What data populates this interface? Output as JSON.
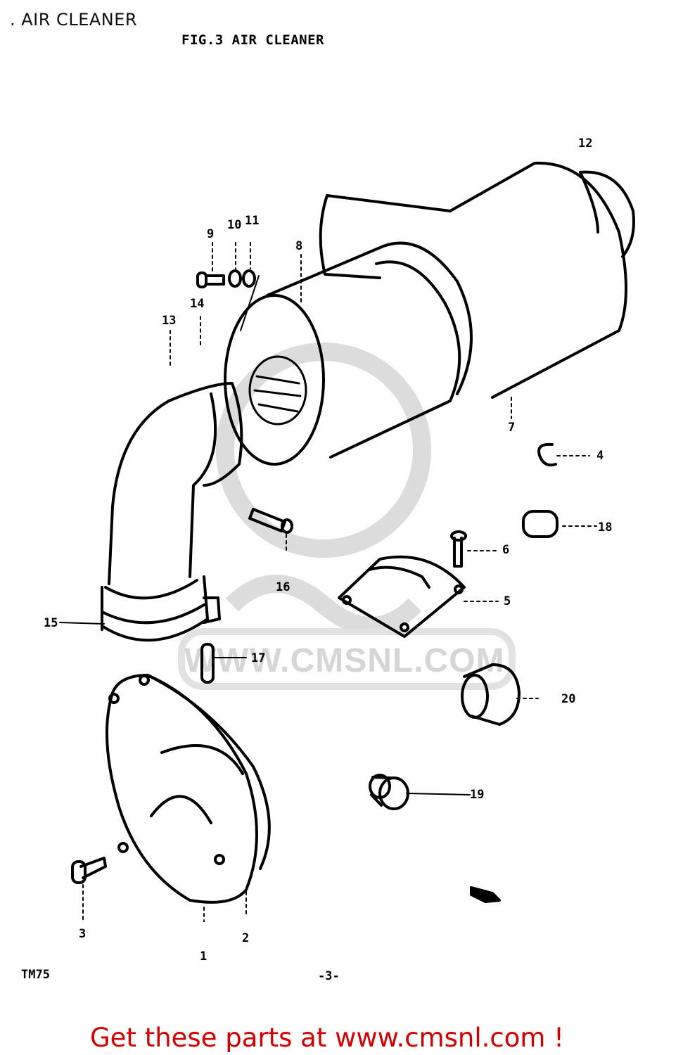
{
  "page": {
    "heading": ". AIR CLEANER",
    "figure_title": "FIG.3  AIR CLEANER",
    "model_code": "TM75",
    "page_number": "-3-",
    "watermark": "WWW.CMSNL.COM",
    "footer": "Get these parts at www.cmsnl.com !"
  },
  "callouts": [
    "12",
    "10",
    "11",
    "9",
    "8",
    "14",
    "13",
    "7",
    "4",
    "18",
    "6",
    "16",
    "5",
    "15",
    "17",
    "20",
    "19",
    "3",
    "2",
    "1"
  ],
  "colors": {
    "footer_text": "#d40000",
    "watermark": "#d6d6d6",
    "line": "#000000"
  }
}
